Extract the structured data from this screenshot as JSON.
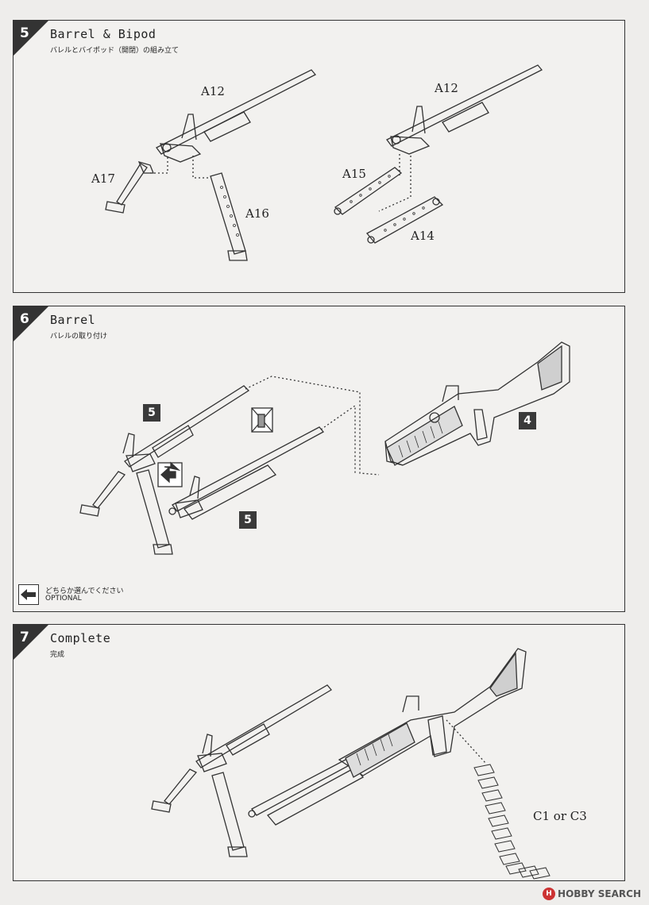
{
  "steps": [
    {
      "num": "5",
      "title": "Barrel & Bipod",
      "subtitle": "バレルとバイポッド（開閉）の組み立て"
    },
    {
      "num": "6",
      "title": "Barrel",
      "subtitle": "バレルの取り付け"
    },
    {
      "num": "7",
      "title": "Complete",
      "subtitle": "完成"
    }
  ],
  "parts": {
    "a12_left": "A12",
    "a12_right": "A12",
    "a17": "A17",
    "a16": "A16",
    "a15": "A15",
    "a14": "A14",
    "ammo": "C1 or C3"
  },
  "tags": {
    "step6_top": "5",
    "step6_bottom": "5",
    "step6_receiver": "4"
  },
  "legend": {
    "line1": "どちらか選んでください",
    "line2": "OPTIONAL"
  },
  "watermark": {
    "logo": "H",
    "text": "HOBBY SEARCH"
  }
}
